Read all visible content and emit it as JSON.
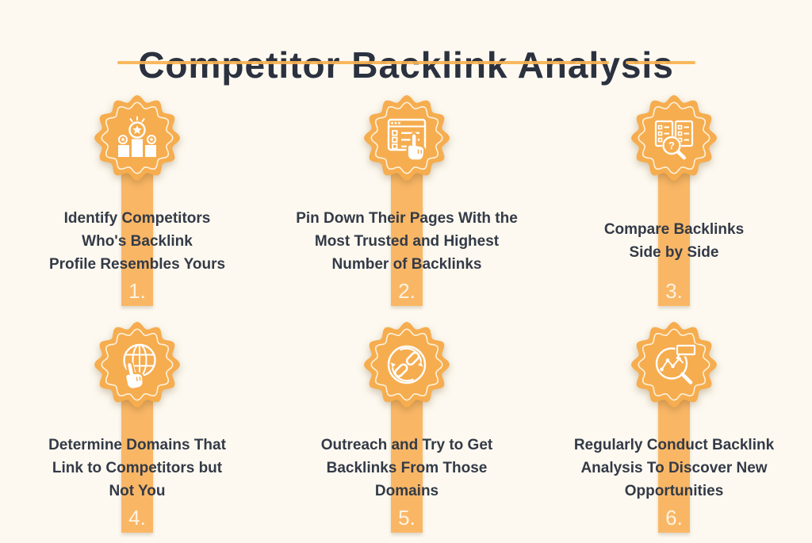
{
  "title": {
    "text": "Competitor Backlink Analysis"
  },
  "colors": {
    "background": "#FDF9F0",
    "badge_accent": "#F6AD4F",
    "ribbon_accent": "#F9B766",
    "title_underline": "#F9B251",
    "heading_text": "#2B313F",
    "body_text": "#333A47",
    "number_text": "#FCF2E0",
    "icon_stroke": "#FFFFFF"
  },
  "steps": [
    {
      "number": "1.",
      "icon": "podium-ranking-icon",
      "lines": [
        "Identify Competitors",
        "Who's Backlink",
        "Profile Resembles Yours"
      ]
    },
    {
      "number": "2.",
      "icon": "webpage-checklist-hand-icon",
      "lines": [
        "Pin Down Their Pages With the",
        "Most Trusted and Highest",
        "Number of Backlinks"
      ]
    },
    {
      "number": "3.",
      "icon": "compare-lists-magnifier-icon",
      "lines": [
        "Compare Backlinks",
        "Side by Side"
      ]
    },
    {
      "number": "4.",
      "icon": "globe-pointer-icon",
      "lines": [
        "Determine Domains That",
        "Link to Competitors but",
        "Not You"
      ]
    },
    {
      "number": "5.",
      "icon": "link-exchange-icon",
      "lines": [
        "Outreach and Try to Get",
        "Backlinks From Those",
        "Domains"
      ]
    },
    {
      "number": "6.",
      "icon": "chart-magnifier-tag-icon",
      "lines": [
        "Regularly Conduct Backlink",
        "Analysis To Discover New",
        "Opportunities"
      ]
    }
  ]
}
